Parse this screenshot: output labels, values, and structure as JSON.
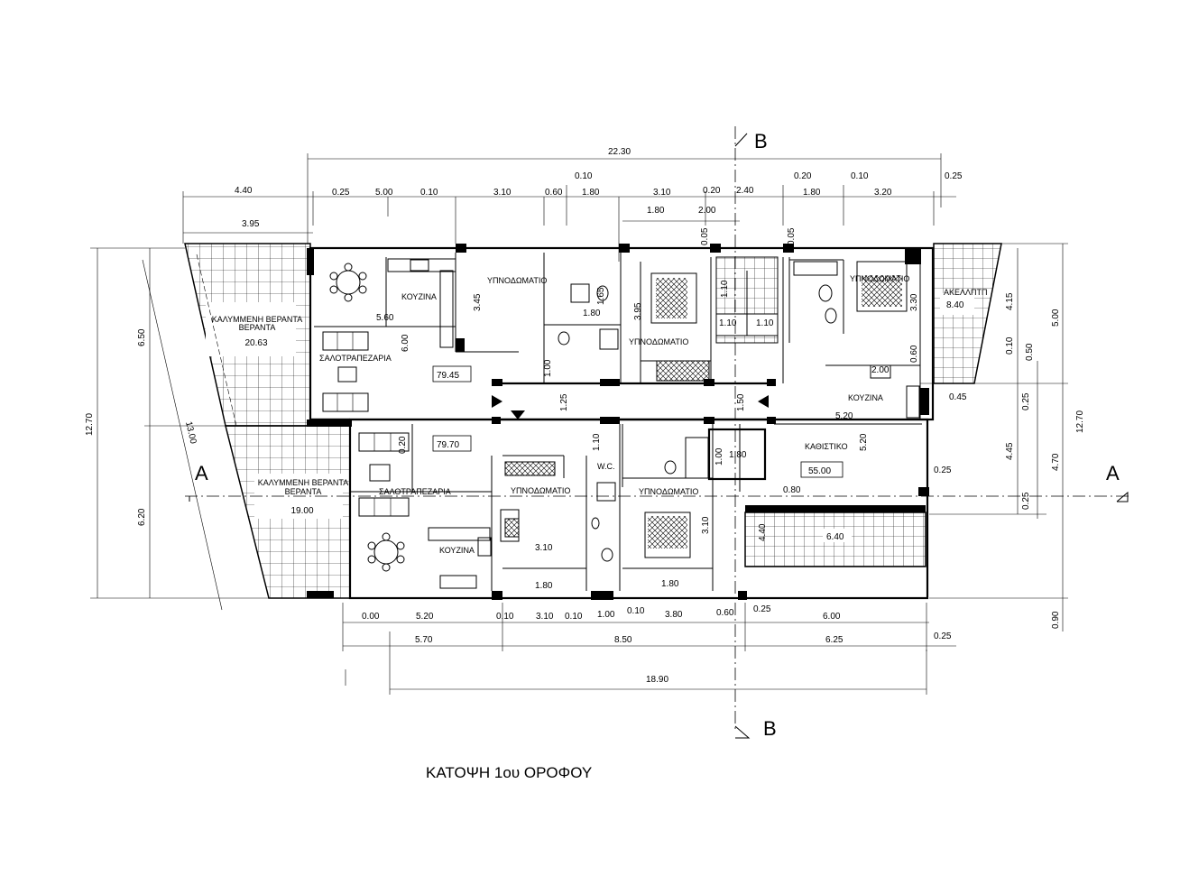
{
  "title": "ΚΑΤΟΨΗ 1ου ΟΡΟΦΟΥ",
  "section_markers": {
    "a_left": "A",
    "a_right": "A",
    "b_top": "B",
    "b_bottom": "B"
  },
  "rooms": {
    "veranda_top": "ΚΑΛΥΜΜΕΝΗ ΒΕΡΑΝΤΑ",
    "veranda_bottom": "ΚΑΛΥΜΜΕΝΗ ΒΕΡΑΝΤΑ",
    "kitchen_top": "ΚΟΥΖΙΝΑ",
    "kitchen_bottom": "ΚΟΥΖΙΝΑ",
    "kitchen_right": "ΚΟΥΖΙΝΑ",
    "living_top": "ΣΑΛΟΤΡΑΠΕΖΑΡΙΑ",
    "living_bottom": "ΣΑΛΟΤΡΑΠΕΖΑΡΙΑ",
    "bedroom_1": "ΥΠΝΟΔΩΜΑΤΙΟ",
    "bedroom_2": "ΥΠΝΟΔΩΜΑΤΙΟ",
    "bedroom_3": "ΥΠΝΟΔΩΜΑΤΙΟ",
    "bedroom_4": "ΥΠΝΟΔΩΜΑΤΙΟ",
    "bedroom_5": "ΥΠΝΟΔΩΜΑΤΙΟ",
    "sitting_room": "ΚΑΘΙΣΤΙΚΟ",
    "storage": "ΑΚΕΛΛΠΤΠ",
    "wc": "W.C."
  },
  "areas": {
    "veranda_top": "20.63",
    "veranda_bottom": "19.00",
    "apt_top": "79.45",
    "apt_bottom": "79.70",
    "sitting": "55.00",
    "storage": "8.40",
    "terrace_right": "6.40",
    "lift": "1.80"
  },
  "dims_top": {
    "total": "22.30",
    "left_4_40": "4.40",
    "left_3_95": "3.95",
    "d_0_25a": "0.25",
    "d_5_00": "5.00",
    "d_0_10a": "0.10",
    "d_3_10a": "3.10",
    "d_0_60": "0.60",
    "d_0_10b": "0.10",
    "d_1_80a": "1.80",
    "d_3_10b": "3.10",
    "d_0_20a": "0.20",
    "d_2_40": "2.40",
    "d_0_20b": "0.20",
    "d_0_10c": "0.10",
    "d_1_80b": "1.80",
    "d_3_20": "3.20",
    "d_0_25b": "0.25",
    "d_1_80c": "1.80",
    "d_2_00": "2.00"
  },
  "dims_bottom": {
    "d_0_00": "0.00",
    "d_5_20a": "5.20",
    "d_0_10a": "0.10",
    "d_3_10": "3.10",
    "d_0_10b": "0.10",
    "d_1_00": "1.00",
    "d_0_10c": "0.10",
    "d_3_80": "3.80",
    "d_0_60": "0.60",
    "d_0_25a": "0.25",
    "d_6_00": "6.00",
    "d_5_70": "5.70",
    "d_8_50": "8.50",
    "d_6_25": "6.25",
    "d_0_25b": "0.25",
    "total": "18.90"
  },
  "dims_left": {
    "total": "12.70",
    "upper": "6.50",
    "lower": "6.20",
    "diagonal": "13.00"
  },
  "dims_right": {
    "total": "12.70",
    "d_5_00": "5.00",
    "d_4_15": "4.15",
    "d_0_10": "0.10",
    "d_0_50": "0.50",
    "d_0_25a": "0.25",
    "d_4_45": "4.45",
    "d_4_70": "4.70",
    "d_0_25b": "0.25",
    "d_0_90": "0.90",
    "d_0_45": "0.45"
  },
  "dims_inner": {
    "kitchen_top_w": "5.60",
    "living_top_h": "6.00",
    "bed1_h": "3.45",
    "bath_h": "1.65",
    "bath_w": "1.80",
    "bed2_h": "3.95",
    "stair_w1": "1.10",
    "stair_w2": "1.10",
    "stair_h": "1.10",
    "d_0_05a": "0.05",
    "d_0_05b": "0.05",
    "bed5_h": "3.30",
    "d_0_60": "0.60",
    "kitchen_r_h": "2.00",
    "corr_1_00": "1.00",
    "corr_1_25": "1.25",
    "corr_1_50": "1.50",
    "sit_w": "5.20",
    "sit_h": "5.20",
    "sit_0_25": "0.25",
    "d_0_80": "0.80",
    "d_4_40": "4.40",
    "bed3_w": "3.10",
    "bed4_h": "3.10",
    "wc_h": "1.10",
    "bath3_w": "1.80",
    "bath4_w": "1.80",
    "lv_b_w": "0.20",
    "bath_w2": "1.80",
    "d_1_10": "1.10",
    "d_1_00": "1.00"
  }
}
